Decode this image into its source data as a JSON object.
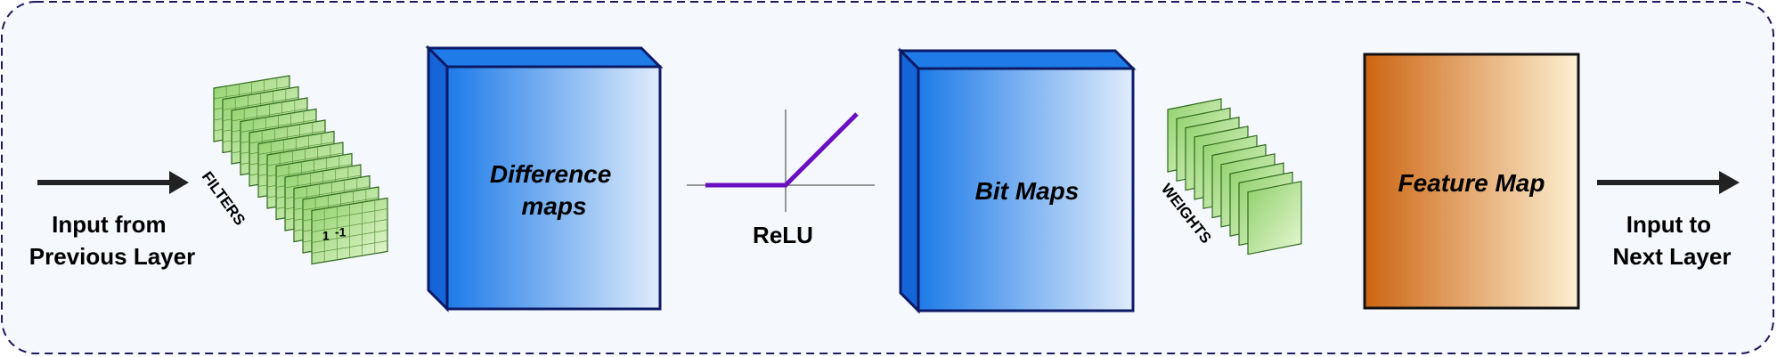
{
  "input_label": [
    "Input from",
    "Previous Layer"
  ],
  "filters_label": "FILTERS",
  "filter_values": [
    "1",
    "-1",
    "1",
    "-1",
    "1",
    "-1",
    "1",
    "-1",
    "1",
    "-1",
    "1",
    "-1"
  ],
  "difference_maps_label": [
    "Difference",
    "maps"
  ],
  "relu_label": "ReLU",
  "bit_maps_label": "Bit Maps",
  "weights_label": "WEIGHTS",
  "feature_map_label": "Feature Map",
  "output_label": [
    "Input to",
    "Next Layer"
  ],
  "colors": {
    "border": "#1b1b5e",
    "background": "#f5f8fc",
    "cube_dark": "#1e7be8",
    "cube_light": "#e0ecfb",
    "cube_stroke": "#0c1a66",
    "relu_line": "#6a0fc2",
    "grid_green": "#c3e7a1",
    "feature_dark": "#cc6512",
    "feature_light": "#fdf0d2"
  }
}
